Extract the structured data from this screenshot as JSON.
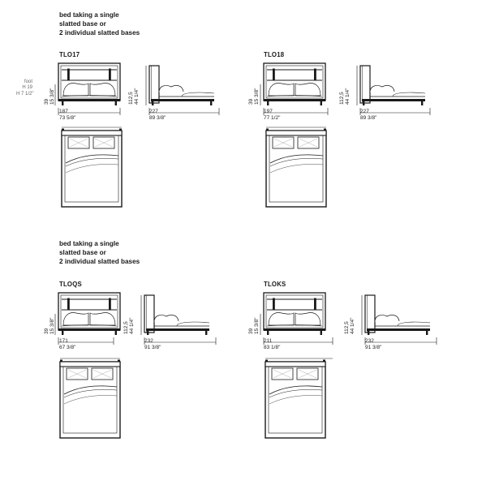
{
  "header_text": "bed taking a single\nslatted base or\n2 individual slatted bases",
  "foot_label": "foot\nH 19\nH 7 1/2\"",
  "models": [
    {
      "code": "TLO17",
      "height_cm": "39",
      "height_in": "15 3/8\"",
      "total_height_cm": "112,5",
      "total_height_in": "44 1/4\"",
      "width_cm": "187",
      "width_in": "73 5/8\"",
      "length_cm": "227",
      "length_in": "89 3/8\""
    },
    {
      "code": "TLO18",
      "height_cm": "39",
      "height_in": "15 3/8\"",
      "total_height_cm": "112,5",
      "total_height_in": "44 1/4\"",
      "width_cm": "197",
      "width_in": "77 1/2\"",
      "length_cm": "227",
      "length_in": "89 3/8\""
    },
    {
      "code": "TLOQS",
      "height_cm": "39",
      "height_in": "15 3/8\"",
      "total_height_cm": "112,5",
      "total_height_in": "44 1/4\"",
      "width_cm": "171",
      "width_in": "67 3/8\"",
      "length_cm": "232",
      "length_in": "91 3/8\""
    },
    {
      "code": "TLOKS",
      "height_cm": "39",
      "height_in": "15 3/8\"",
      "total_height_cm": "112,5",
      "total_height_in": "44 1/4\"",
      "width_cm": "211",
      "width_in": "83 1/8\"",
      "length_cm": "232",
      "length_in": "91 3/8\""
    }
  ]
}
